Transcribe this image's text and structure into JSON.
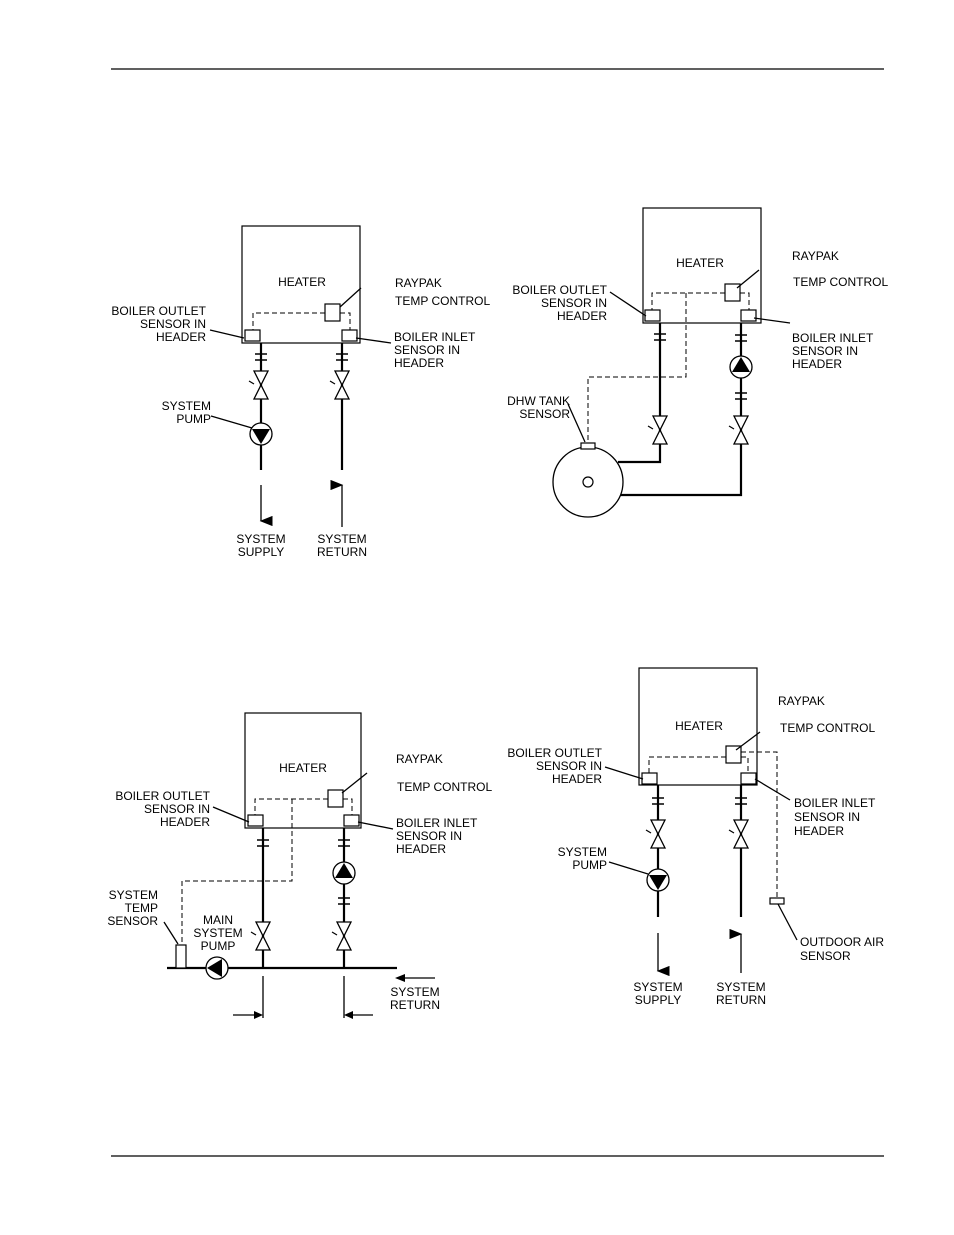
{
  "d1": {
    "heater": "HEATER",
    "raypak": "RAYPAK",
    "temp_control": "TEMP  CONTROL",
    "outlet": [
      "BOILER  OUTLET",
      "SENSOR  IN",
      "HEADER"
    ],
    "inlet": [
      "BOILER  INLET",
      "SENSOR  IN",
      "HEADER"
    ],
    "pump": [
      "SYSTEM",
      "PUMP"
    ],
    "supply": [
      "SYSTEM",
      "SUPPLY"
    ],
    "return": [
      "SYSTEM",
      "RETURN"
    ]
  },
  "d2": {
    "heater": "HEATER",
    "raypak": "RAYPAK",
    "temp_control": "TEMP  CONTROL",
    "outlet": [
      "BOILER  OUTLET",
      "SENSOR  IN",
      "HEADER"
    ],
    "inlet": [
      "BOILER  INLET",
      "SENSOR  IN",
      "HEADER"
    ],
    "dhw": [
      "DHW  TANK",
      "SENSOR"
    ]
  },
  "d3": {
    "heater": "HEATER",
    "raypak": "RAYPAK",
    "temp_control": "TEMP  CONTROL",
    "outlet": [
      "BOILER  OUTLET",
      "SENSOR  IN",
      "HEADER"
    ],
    "inlet": [
      "BOILER  INLET",
      "SENSOR  IN",
      "HEADER"
    ],
    "temp_sensor": [
      "SYSTEM",
      "TEMP",
      "SENSOR"
    ],
    "main_pump": [
      "MAIN",
      "SYSTEM",
      "PUMP"
    ],
    "return": [
      "SYSTEM",
      "RETURN"
    ]
  },
  "d4": {
    "heater": "HEATER",
    "raypak": "RAYPAK",
    "temp_control": "TEMP  CONTROL",
    "outlet": [
      "BOILER  OUTLET",
      "SENSOR  IN",
      "HEADER"
    ],
    "inlet": [
      "BOILER  INLET",
      "SENSOR  IN",
      "HEADER"
    ],
    "pump": [
      "SYSTEM",
      "PUMP"
    ],
    "outdoor": [
      "OUTDOOR  AIR",
      "SENSOR"
    ],
    "supply": [
      "SYSTEM",
      "SUPPLY"
    ],
    "return": [
      "SYSTEM",
      "RETURN"
    ]
  }
}
